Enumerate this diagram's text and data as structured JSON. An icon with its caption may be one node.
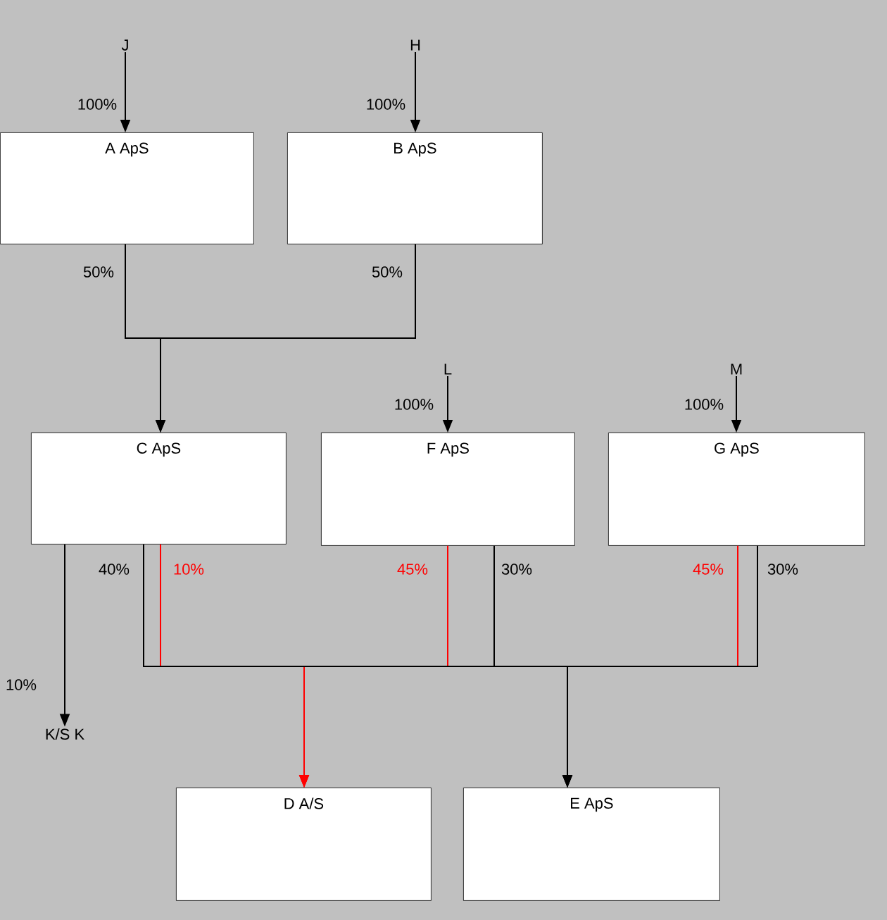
{
  "diagram": {
    "nodes": [
      {
        "text": [
          "J"
        ]
      },
      {
        "text": [
          "H"
        ]
      },
      {
        "text": [
          "A ApS"
        ]
      },
      {
        "text": [
          "B ApS"
        ]
      },
      {
        "text": [
          "L"
        ]
      },
      {
        "text": [
          "M"
        ]
      },
      {
        "text": [
          "C ApS"
        ]
      },
      {
        "text": [
          "F ApS"
        ]
      },
      {
        "text": [
          "G ApS"
        ]
      },
      {
        "text": [
          "K/S K"
        ]
      },
      {
        "text": [
          "D A/S"
        ]
      },
      {
        "text": [
          "E ApS"
        ]
      }
    ],
    "edges": [
      {
        "from": 0,
        "to": 2,
        "arrow": "to",
        "label": "100%"
      },
      {
        "from": 1,
        "to": 3,
        "arrow": "to",
        "label": "100%"
      },
      {
        "from": 2,
        "to": 6,
        "arrow": "to",
        "label": "50%"
      },
      {
        "from": 3,
        "to": 6,
        "arrow": "to",
        "label": "50%"
      },
      {
        "from": 4,
        "to": 7,
        "arrow": "to",
        "label": "100%"
      },
      {
        "from": 5,
        "to": 8,
        "arrow": "to",
        "label": "100%"
      },
      {
        "from": 6,
        "to": 9,
        "arrow": "to",
        "label": "10%"
      },
      {
        "from": 6,
        "to": 11,
        "arrow": "to",
        "label": "40%"
      },
      {
        "from": 6,
        "to": 10,
        "arrow": "to",
        "label": "10%",
        "color": "#ff0000"
      },
      {
        "from": 7,
        "to": 10,
        "arrow": "to",
        "label": "45%",
        "color": "#ff0000"
      },
      {
        "from": 7,
        "to": 11,
        "arrow": "to",
        "label": "30%"
      },
      {
        "from": 8,
        "to": 10,
        "arrow": "to",
        "label": "45%",
        "color": "#ff0000"
      },
      {
        "from": 8,
        "to": 11,
        "arrow": "to",
        "label": "30%"
      }
    ]
  }
}
